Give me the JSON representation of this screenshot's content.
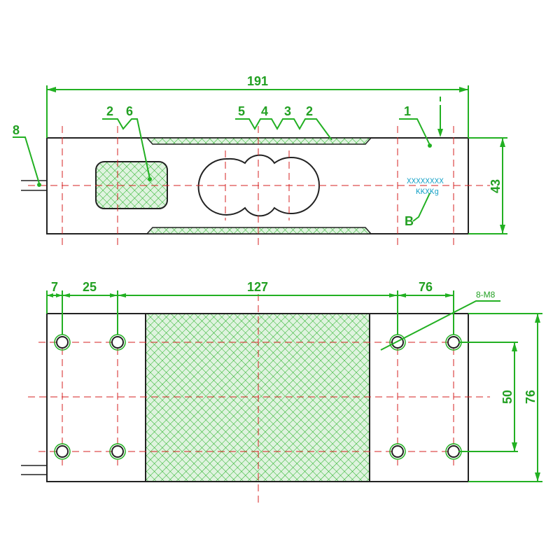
{
  "top_view": {
    "dim_length": "191",
    "dim_height": "43",
    "callouts": [
      "8",
      "2",
      "6",
      "5",
      "4",
      "3",
      "2",
      "1"
    ],
    "label_b": "B",
    "marking_line1": "XXXXXXXX",
    "marking_line2": "KKXKg",
    "load_arrow_label": "↓"
  },
  "bottom_view": {
    "dim_7": "7",
    "dim_25": "25",
    "dim_127": "127",
    "dim_76_top": "76",
    "hole_label": "8-M8",
    "dim_50": "50",
    "dim_76_side": "76"
  },
  "colors": {
    "dimension": "#22b022",
    "centerline": "#d42020",
    "outline": "#222222",
    "hatch": "#22b022",
    "marking": "#1aa3c8"
  }
}
